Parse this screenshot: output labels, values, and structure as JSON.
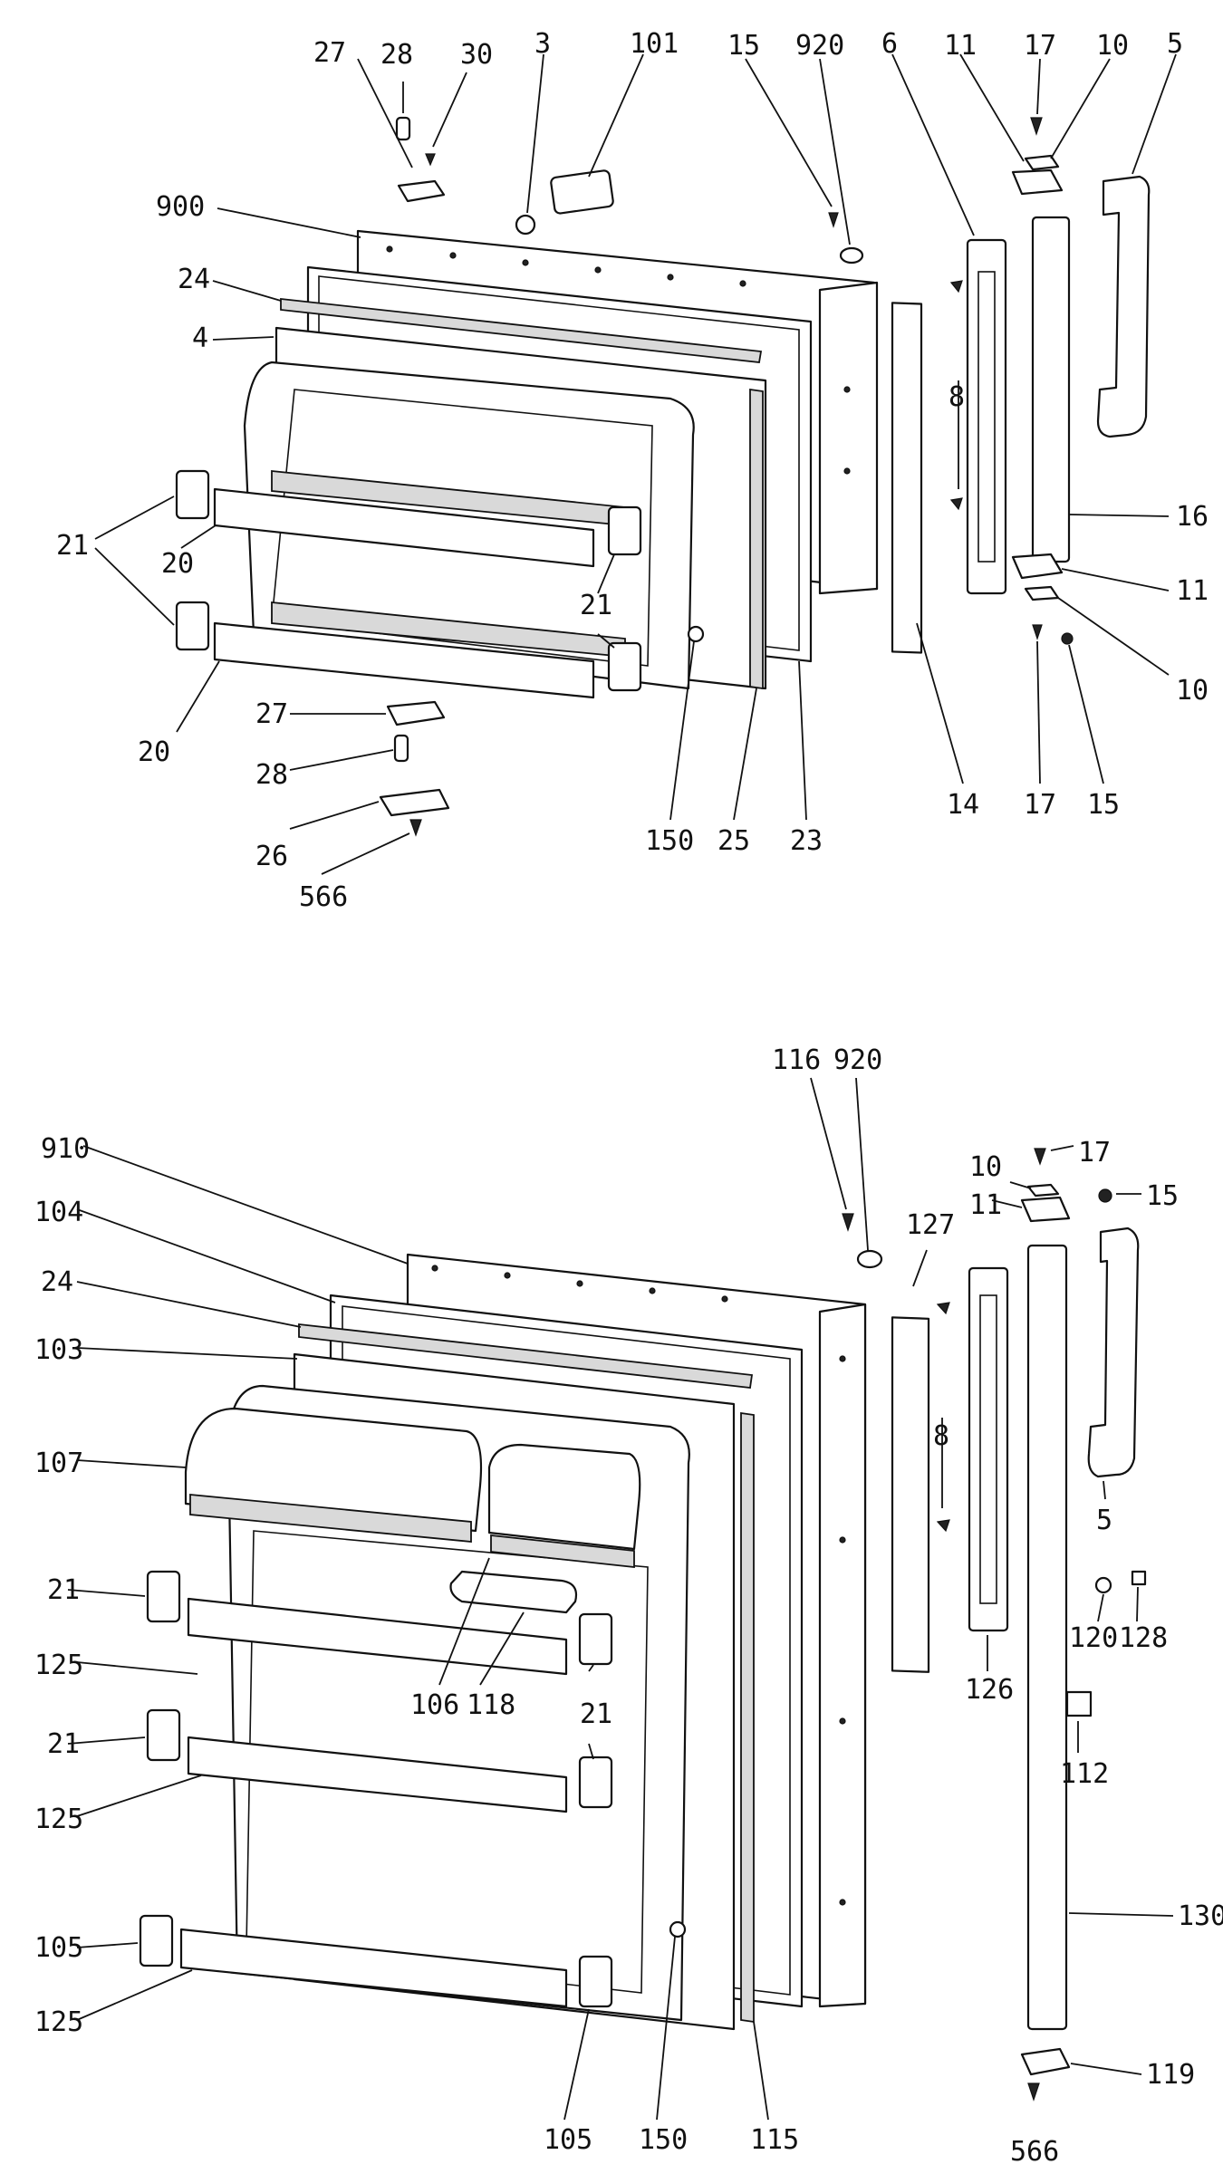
{
  "upper_door_labels": [
    "27",
    "28",
    "30",
    "3",
    "101",
    "15",
    "920",
    "6",
    "11",
    "17",
    "10",
    "5",
    "900",
    "24",
    "4",
    "8",
    "16",
    "11",
    "21",
    "20",
    "21",
    "10",
    "20",
    "27",
    "28",
    "150",
    "25",
    "23",
    "14",
    "17",
    "15",
    "26",
    "566"
  ],
  "lower_door_labels": [
    "116",
    "920",
    "910",
    "10",
    "17",
    "11",
    "15",
    "104",
    "127",
    "24",
    "103",
    "8",
    "107",
    "5",
    "21",
    "120",
    "128",
    "125",
    "106",
    "118",
    "126",
    "21",
    "21",
    "112",
    "125",
    "130",
    "105",
    "125",
    "119",
    "105",
    "150",
    "115",
    "566"
  ]
}
